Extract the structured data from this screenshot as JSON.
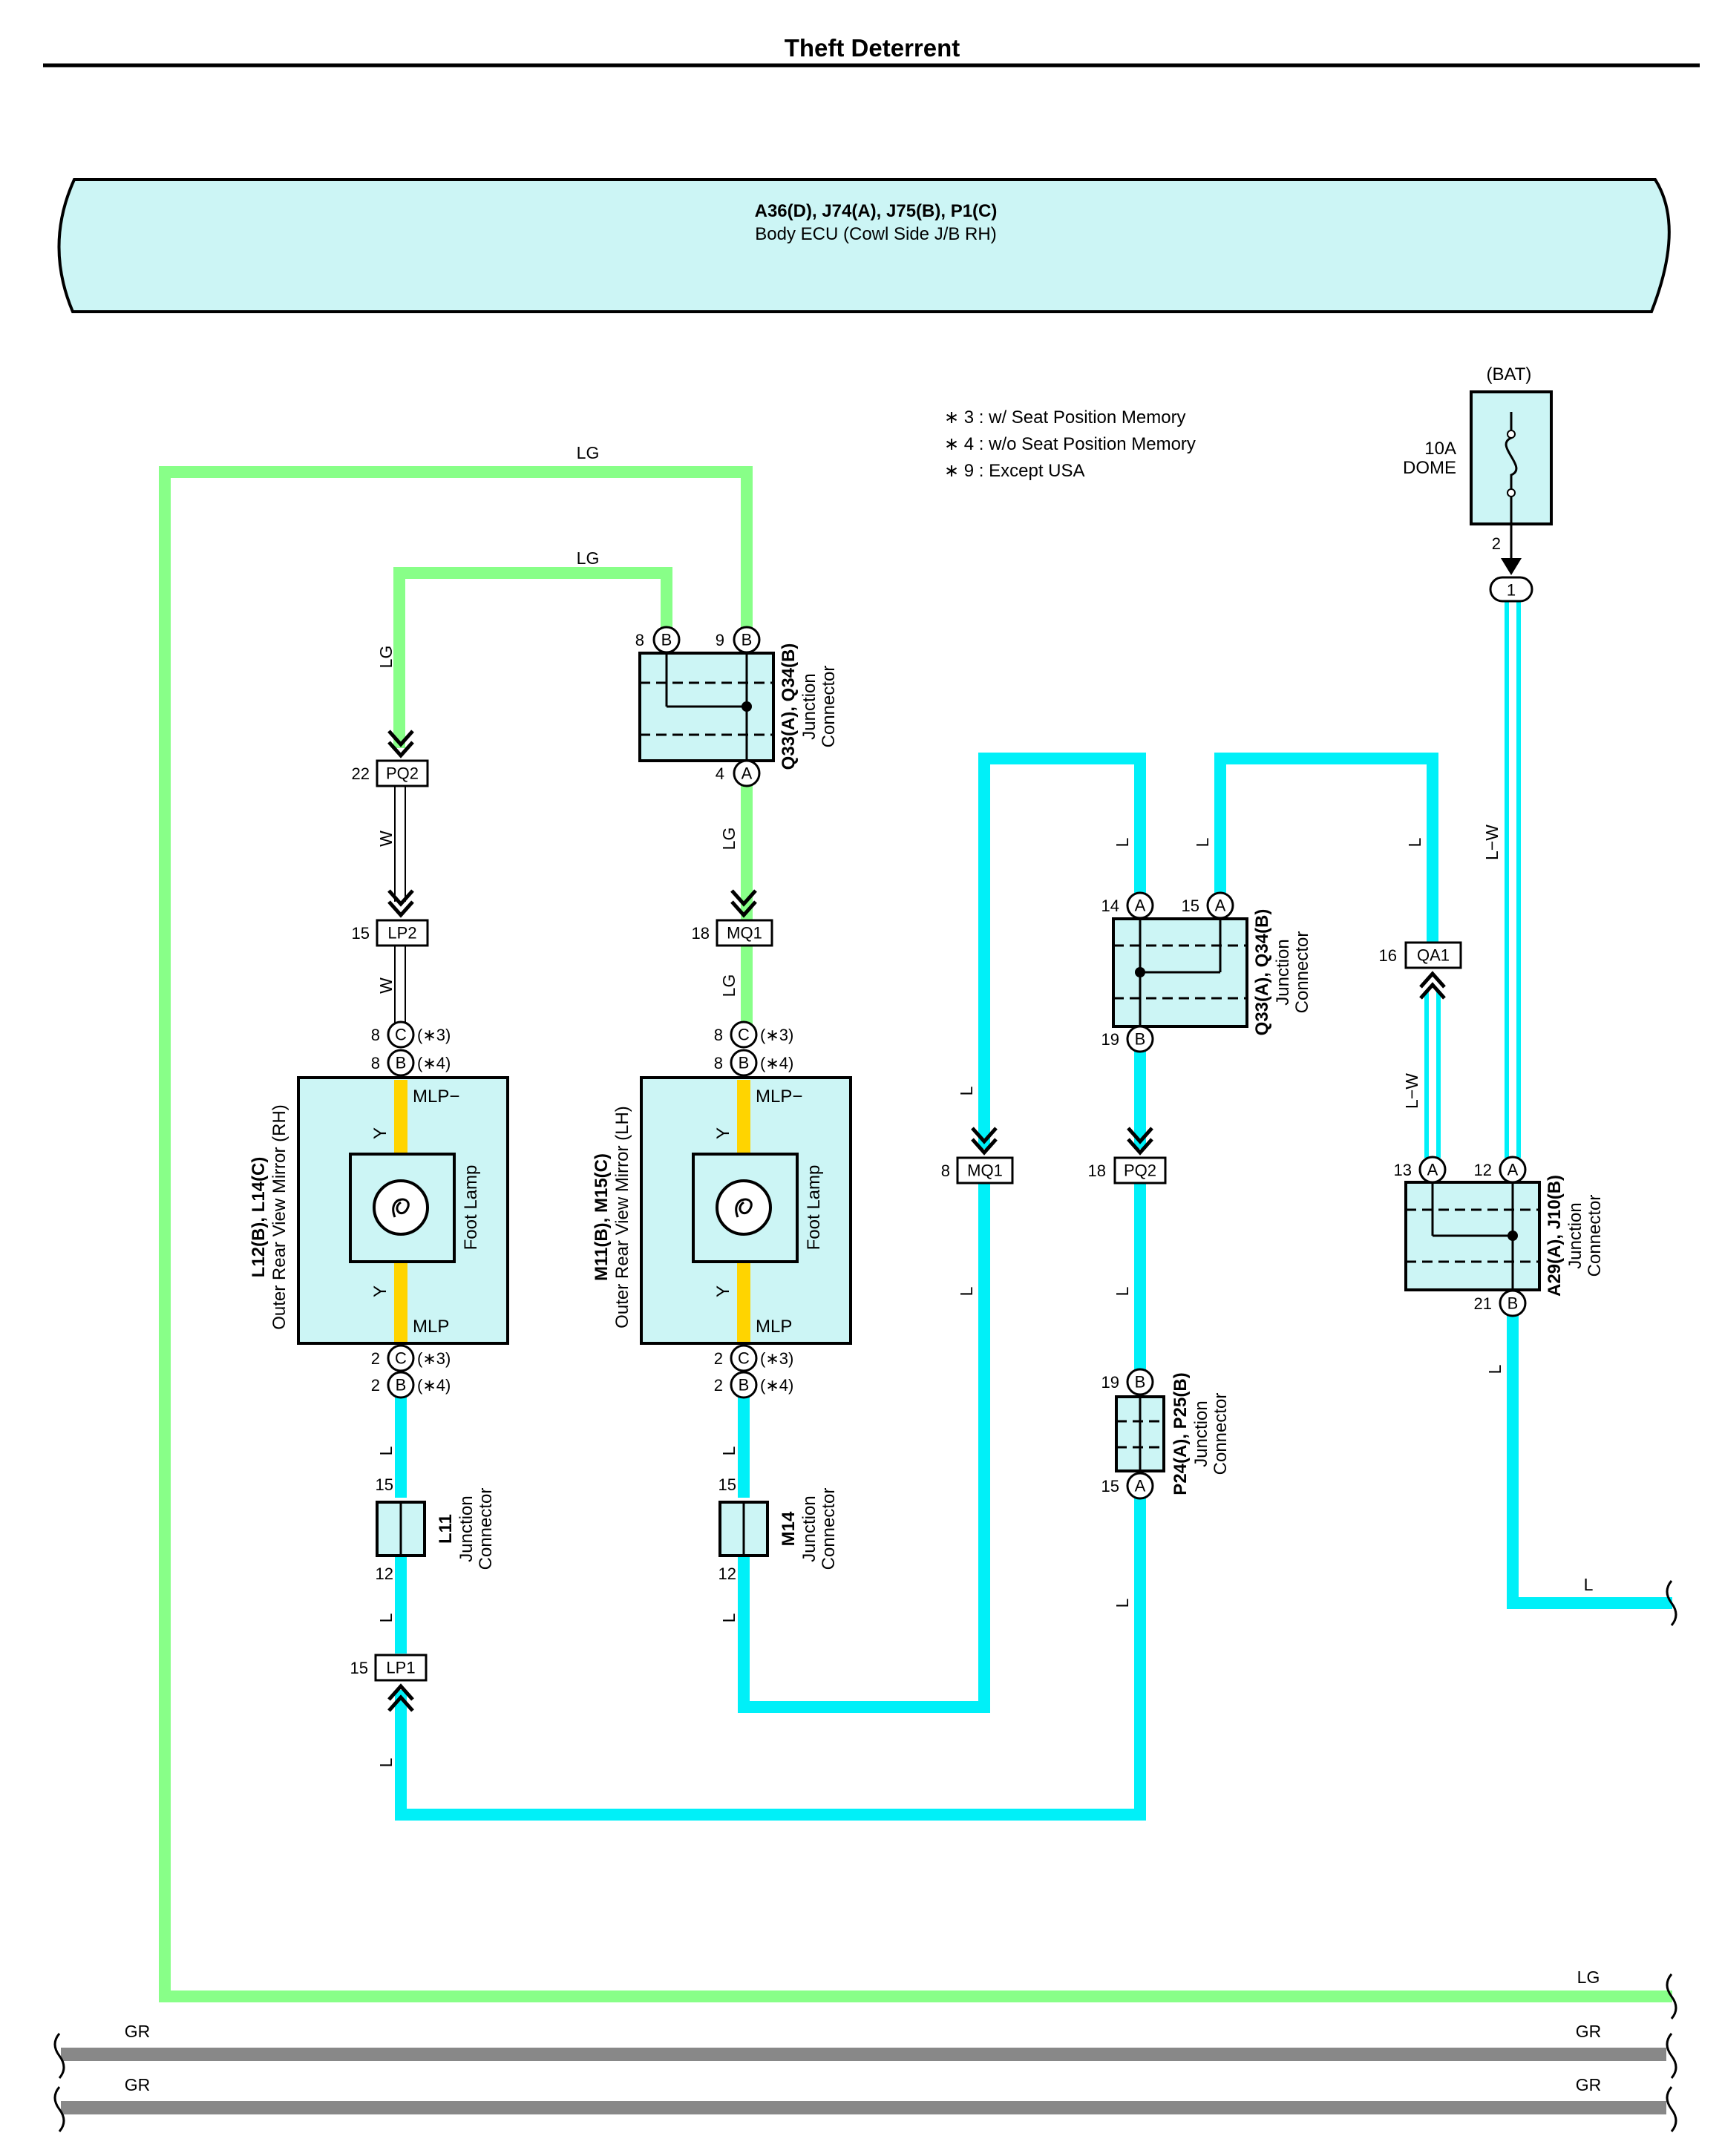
{
  "page": {
    "title": "Theft Deterrent"
  },
  "ecu": {
    "codes": "A36(D), J74(A), J75(B), P1(C)",
    "name": "Body ECU (Cowl Side J/B RH)"
  },
  "notes": [
    "∗ 3 : w/ Seat Position Memory",
    "∗ 4 : w/o Seat Position Memory",
    "∗ 9 : Except USA"
  ],
  "fuse": {
    "source": "(BAT)",
    "rating": "10A",
    "name": "DOME",
    "pin": "2",
    "connector_pin": "1"
  },
  "mirror_rh": {
    "codes": "L12(B), L14(C)",
    "name": "Outer Rear View Mirror (RH)",
    "lamp": "Foot Lamp",
    "mlp_minus": "MLP−",
    "mlp": "MLP",
    "wire_y": "Y",
    "top_pin1": "8",
    "top_pin1_letter": "C",
    "top_pin1_note": "(∗3)",
    "top_pin2": "8",
    "top_pin2_letter": "B",
    "top_pin2_note": "(∗4)",
    "bot_pin1": "2",
    "bot_pin1_letter": "C",
    "bot_pin1_note": "(∗3)",
    "bot_pin2": "2",
    "bot_pin2_letter": "B",
    "bot_pin2_note": "(∗4)"
  },
  "mirror_lh": {
    "codes": "M11(B), M15(C)",
    "name": "Outer Rear View Mirror (LH)",
    "lamp": "Foot Lamp",
    "mlp_minus": "MLP−",
    "mlp": "MLP",
    "wire_y": "Y",
    "top_pin1": "8",
    "top_pin1_letter": "C",
    "top_pin1_note": "(∗3)",
    "top_pin2": "8",
    "top_pin2_letter": "B",
    "top_pin2_note": "(∗4)",
    "bot_pin1": "2",
    "bot_pin1_letter": "C",
    "bot_pin1_note": "(∗3)",
    "bot_pin2": "2",
    "bot_pin2_letter": "B",
    "bot_pin2_note": "(∗4)"
  },
  "jc_q33_top": {
    "codes": "Q33(A), Q34(B)",
    "name": "Junction",
    "name2": "Connector",
    "pin_a": "8",
    "pin_a_letter": "B",
    "pin_b": "9",
    "pin_b_letter": "B",
    "pin_c": "4",
    "pin_c_letter": "A"
  },
  "jc_q33_mid": {
    "codes": "Q33(A), Q34(B)",
    "name": "Junction",
    "name2": "Connector",
    "pin_a": "14",
    "pin_a_letter": "A",
    "pin_b": "15",
    "pin_b_letter": "A",
    "pin_c": "19",
    "pin_c_letter": "B"
  },
  "jc_a29": {
    "codes": "A29(A), J10(B)",
    "name": "Junction",
    "name2": "Connector",
    "pin_a": "13",
    "pin_a_letter": "A",
    "pin_b": "12",
    "pin_b_letter": "A",
    "pin_c": "21",
    "pin_c_letter": "B"
  },
  "jc_p24": {
    "codes": "P24(A), P25(B)",
    "name": "Junction",
    "name2": "Connector",
    "pin_a": "19",
    "pin_a_letter": "B",
    "pin_c": "15",
    "pin_c_letter": "A"
  },
  "jc_l11": {
    "code": "L11",
    "name": "Junction",
    "name2": "Connector",
    "pin_top": "15",
    "pin_bot": "12"
  },
  "jc_m14": {
    "code": "M14",
    "name": "Junction",
    "name2": "Connector",
    "pin_top": "15",
    "pin_bot": "12"
  },
  "connectors": {
    "pq2_a": {
      "tag": "PQ2",
      "pin": "22"
    },
    "lp2": {
      "tag": "LP2",
      "pin": "15"
    },
    "mq1_a": {
      "tag": "MQ1",
      "pin": "18"
    },
    "mq1_b": {
      "tag": "MQ1",
      "pin": "8"
    },
    "pq2_b": {
      "tag": "PQ2",
      "pin": "18"
    },
    "lp1": {
      "tag": "LP1",
      "pin": "15"
    },
    "qa1": {
      "tag": "QA1",
      "pin": "16"
    }
  },
  "wire_colors": {
    "LG": "LG",
    "W": "W",
    "L": "L",
    "LW": "L−W",
    "GR": "GR"
  },
  "colors": {
    "lg": "#88ff88",
    "l": "#00f0f8",
    "gr": "#888888",
    "y": "#ffd400",
    "box": "#ccf5f5"
  }
}
